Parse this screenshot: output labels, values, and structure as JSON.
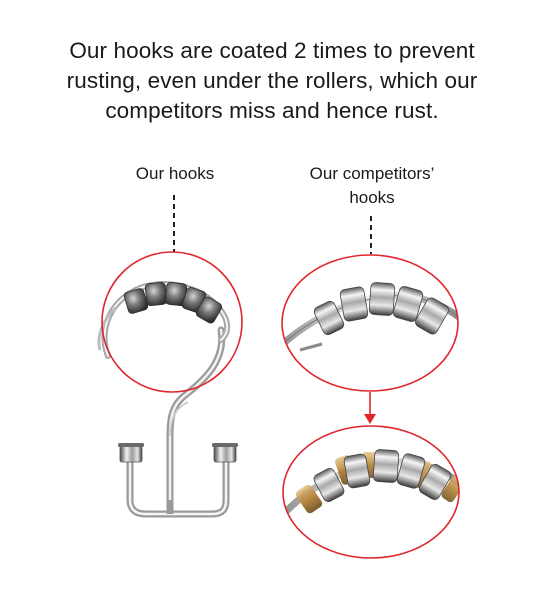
{
  "headline": {
    "lines": [
      "Our hooks are coated 2 times to prevent",
      "rusting, even under the rollers, which our",
      "competitors miss and hence rust."
    ]
  },
  "labels": {
    "ours": [
      "Our hooks"
    ],
    "competitors": [
      "Our competitors’",
      "hooks"
    ]
  },
  "colors": {
    "circle_outline": "#e0262b",
    "dashed_leader": "#222222",
    "arrow": "#e0262b",
    "chrome_light": "#f4f4f4",
    "chrome_dark": "#3a3a3a",
    "rust": "#b07a2a"
  }
}
